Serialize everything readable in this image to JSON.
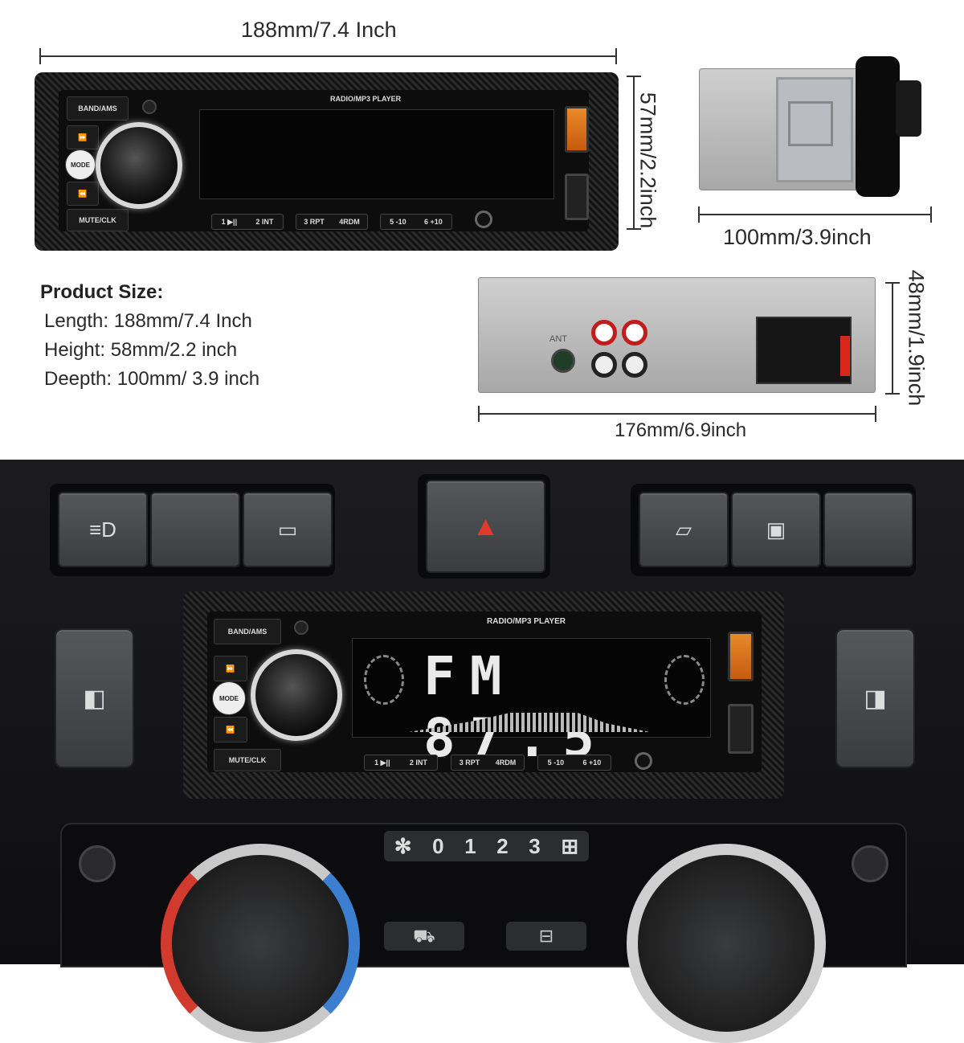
{
  "dimensions": {
    "front_length": "188mm/7.4 Inch",
    "front_height": "57mm/2.2inch",
    "side_depth": "100mm/3.9inch",
    "back_height": "48mm/1.9inch",
    "back_length": "176mm/6.9inch"
  },
  "product_size": {
    "heading": "Product Size:",
    "lines": [
      "Length: 188mm/7.4 Inch",
      "Height: 58mm/2.2 inch",
      "Deepth: 100mm/ 3.9 inch"
    ]
  },
  "radio": {
    "brand_label": "RADIO/MP3 PLAYER",
    "band_button": "BAND/AMS",
    "mode_button": "MODE",
    "mute_button": "MUTE/CLK",
    "presets": [
      {
        "a": "1 ▶||",
        "b": "2 INT"
      },
      {
        "a": "3 RPT",
        "b": "4RDM"
      },
      {
        "a": "5 -10",
        "b": "6 +10"
      }
    ],
    "display_text": "FM 87.5"
  },
  "back_panel": {
    "ant_label": "ANT"
  },
  "climate_panel": {
    "fan_labels": [
      "0",
      "1",
      "2",
      "3"
    ]
  }
}
